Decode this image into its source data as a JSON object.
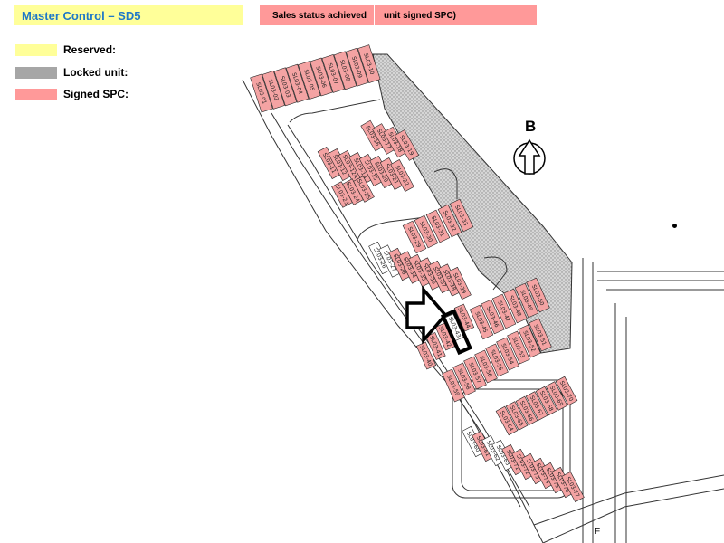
{
  "header": {
    "title": "Master Control – SD5",
    "status_label": "Sales status achieved",
    "status_note": "unit signed SPC)"
  },
  "legend": {
    "items": [
      {
        "label": "Reserved:",
        "color": "#ffff99"
      },
      {
        "label": "Locked unit:",
        "color": "#a6a6a6"
      },
      {
        "label": "Signed SPC:",
        "color": "#ff9999"
      }
    ]
  },
  "map": {
    "north_label": "B",
    "corner_label": "F",
    "colors": {
      "signed": "#f4a3a3",
      "open": "#ffffff",
      "grey_area": "#c8c8c8",
      "outline": "#222222"
    },
    "row1": [
      "SL03-01",
      "SL03-02",
      "SL03-03",
      "SL03-04",
      "SL03-05",
      "SL03-06",
      "SL03-07",
      "SL03-08",
      "SL03-09",
      "SL03-10"
    ],
    "block2_top": [
      "SL03-16",
      "SL03-17",
      "SL03-18",
      "SL03-19"
    ],
    "block2_mid": [
      "SL03-11",
      "SL03-12",
      "SL03-12A",
      "SL03-14",
      "SL03-15",
      "SL03-20",
      "SL03-21",
      "SL03-22"
    ],
    "block2_bot": [
      "SL03-23",
      "SL03-24",
      "SL03-25"
    ],
    "block3_top": [
      "SL03-29",
      "SL03-30",
      "SL03-31",
      "SL03-32",
      "SL03-33"
    ],
    "block3_bot": [
      "SL03-26",
      "SL03-27",
      "SL03-28",
      "SL03-34",
      "SL03-35",
      "SL03-36",
      "SL03-37",
      "SL03-38",
      "SL03-39"
    ],
    "block4_left": [
      "SL03-40",
      "SL03-41",
      "SL03-42",
      "SL03-43",
      "SL03-44"
    ],
    "block4_mid": [
      "SL03-45",
      "SL03-46",
      "SL03-47",
      "SL03-48",
      "SL03-49",
      "SL03-50"
    ],
    "block4_bot": [
      "SL03-51",
      "SL03-52",
      "SL03-53",
      "SL03-54",
      "SL03-55",
      "SL03-56",
      "SL03-57",
      "SL03-58",
      "SL03-59"
    ],
    "block5_top": [
      "SL03-64",
      "SL03-65",
      "SL03-66",
      "SL03-67",
      "SL03-68",
      "SL03-69",
      "SL03-70"
    ],
    "block5_bot": [
      "SL03-60",
      "SL03-61",
      "SL03-62",
      "SL03-63",
      "SL03-71",
      "SL03-72",
      "SL03-73",
      "SL03-74",
      "SL03-75",
      "SL03-76",
      "SL03-77"
    ]
  }
}
